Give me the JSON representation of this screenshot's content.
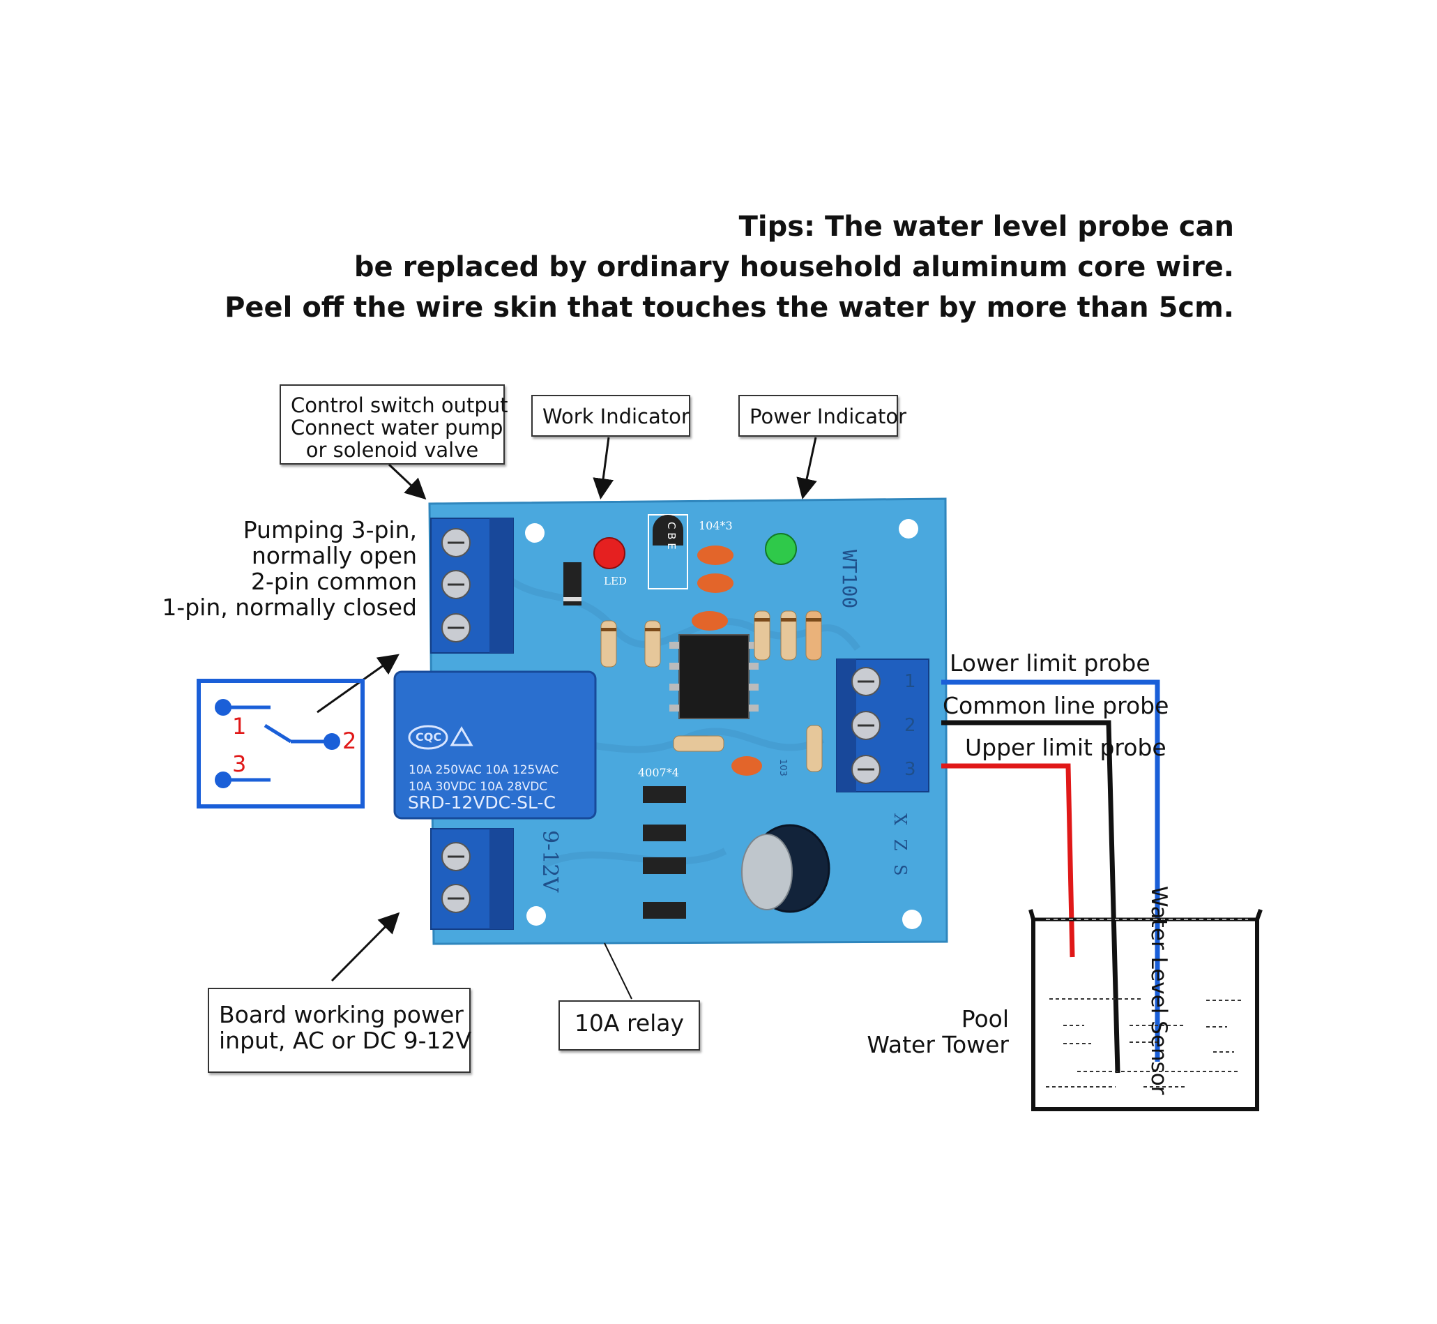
{
  "tips": {
    "line1": "Tips: The water level probe can",
    "line2": "be replaced by ordinary household aluminum core wire.",
    "line3": "Peel off the wire skin that touches the water by more than 5cm."
  },
  "callouts": {
    "control_switch": [
      "Control switch output",
      "Connect water pump",
      "or solenoid valve"
    ],
    "work_indicator": "Work Indicator",
    "power_indicator": "Power Indicator",
    "board_power": [
      "Board working power",
      "input, AC or DC 9-12V"
    ],
    "relay": "10A relay"
  },
  "pumping_label": [
    "Pumping 3-pin,",
    "normally open",
    "2-pin common",
    "1-pin, normally closed"
  ],
  "switch_diagram": {
    "pin1": "1",
    "pin2": "2",
    "pin3": "3"
  },
  "probes": {
    "lower": "Lower limit probe",
    "common": "Common line probe",
    "upper": "Upper limit probe"
  },
  "tank": {
    "left_label": [
      "Pool",
      "Water Tower"
    ],
    "sensor_label": "Water Level Sensor"
  },
  "board": {
    "model": "WT100",
    "relay_brand": "CQC",
    "relay_rating1": "10A 250VAC  10A 125VAC",
    "relay_rating2": "10A  30VDC  10A  28VDC",
    "relay_model": "SRD-12VDC-SL-C",
    "power_pin_label": "9-12V",
    "led_label": "LED",
    "cap_label": "104*3",
    "diode_label": "4007*4",
    "cap_small_label": "103",
    "transistor_label": "C B E",
    "terminal_pins": [
      "1",
      "2",
      "3"
    ],
    "probe_pins": "X Z S"
  },
  "colors": {
    "pcb": "#46a6dd",
    "terminal": "#1f5fbf",
    "lower_probe": "#1a5fd8",
    "common_probe": "#111111",
    "upper_probe": "#e01818",
    "switch_blue": "#1a5fd8",
    "switch_red": "#e01818"
  }
}
